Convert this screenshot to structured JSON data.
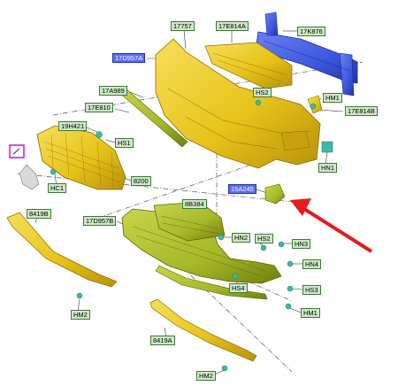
{
  "diagram": {
    "colors": {
      "bumper_yellow": "#e8c41a",
      "bumper_yellow_dark": "#b8920a",
      "lower_green": "#a7b82a",
      "lower_green_dark": "#6f7f10",
      "beam_blue": "#3d58e0",
      "beam_blue_dark": "#2236a8",
      "fastener_teal": "#3fb8a8",
      "label_green_bg": "#cfe9c8",
      "label_blue_bg": "#5b6ef5",
      "highlight_magenta": "#d61fd0",
      "arrow_red": "#e41c1c"
    },
    "labels": {
      "l17757": "17757",
      "l17E814A": "17E814A",
      "l17D957A": "17D957A",
      "l17K876": "17K876",
      "l17A989": "17A989",
      "lHS2_top": "HS2",
      "lHM1_top": "HM1",
      "l17E810": "17E810",
      "l17E814B": "17E814B",
      "l19H421": "19H421",
      "lHS1": "HS1",
      "lHN1": "HN1",
      "lHC1": "HC1",
      "l8200": "8200",
      "l15A245": "15A245",
      "l8419B": "8419B",
      "l17D957B": "17D957B",
      "l8B384": "8B384",
      "lHN2": "HN2",
      "lHS2_mid": "HS2",
      "lHN3": "HN3",
      "lHN4": "HN4",
      "lHS4": "HS4",
      "lHS3": "HS3",
      "lHM2_left": "HM2",
      "lHM1_bottom": "HM1",
      "l8419A": "8419A",
      "lHM2_bottom": "HM2"
    }
  }
}
